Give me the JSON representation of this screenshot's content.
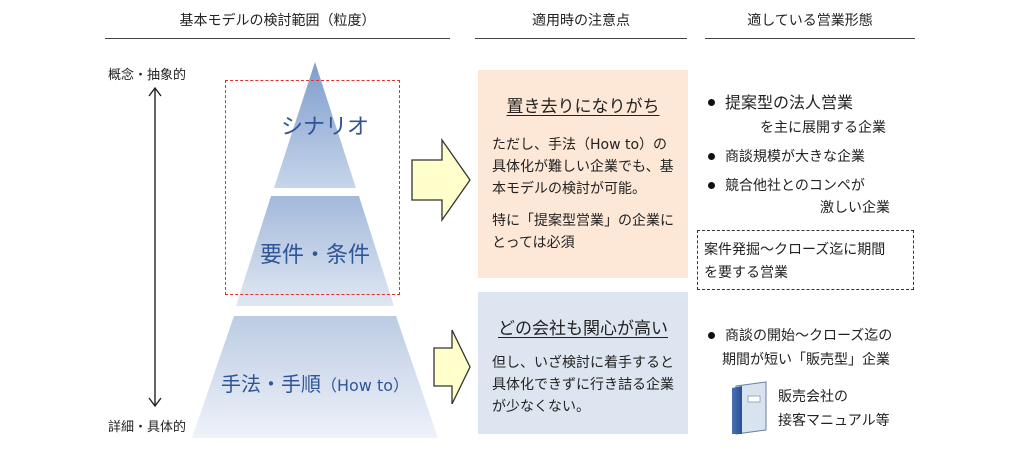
{
  "headers": {
    "col1": "基本モデルの検討範囲（粒度）",
    "col2": "適用時の注意点",
    "col3": "適している営業形態"
  },
  "axis": {
    "top": "概念・抽象的",
    "bottom": "詳細・具体的"
  },
  "pyramid": {
    "top": "シナリオ",
    "middle": "要件・条件",
    "bottom_main": "手法・手順",
    "bottom_sub": "（How to）"
  },
  "box1": {
    "title": "置き去りになりがち",
    "lines": [
      "ただし、手法（How to）の",
      "具体化が難しい企業でも、基",
      "本モデルの検討が可能。",
      "特に「提案型営業」の企業に",
      "とっては必須"
    ]
  },
  "box2": {
    "title": "どの会社も関心が高い",
    "lines": [
      "但し、いざ検討に着手すると",
      "具体化できずに行き詰る企業",
      "が少なくない。"
    ]
  },
  "col3": {
    "bullet1_line1": "提案型の法人営業",
    "bullet1_line2": "を主に展開する企業",
    "bullet2": "商談規模が大きな企業",
    "bullet3_line1": "競合他社とのコンペが",
    "bullet3_line2": "激しい企業",
    "dashed_line1": "案件発掘～クローズ迄に期間",
    "dashed_line2": "を要する営業",
    "bullet4_line1": "商談の開始～クローズ迄の",
    "bullet4_line2": "期間が短い「販売型」企業",
    "manual_line1": "販売会社の",
    "manual_line2": "接客マニュアル等"
  },
  "colors": {
    "box1_bg": "#fde7d6",
    "box2_bg": "#dde6f0",
    "arrow_fill": "#ffffcc",
    "pyramid_text": "#2f5597",
    "highlight_border": "#e03030"
  }
}
